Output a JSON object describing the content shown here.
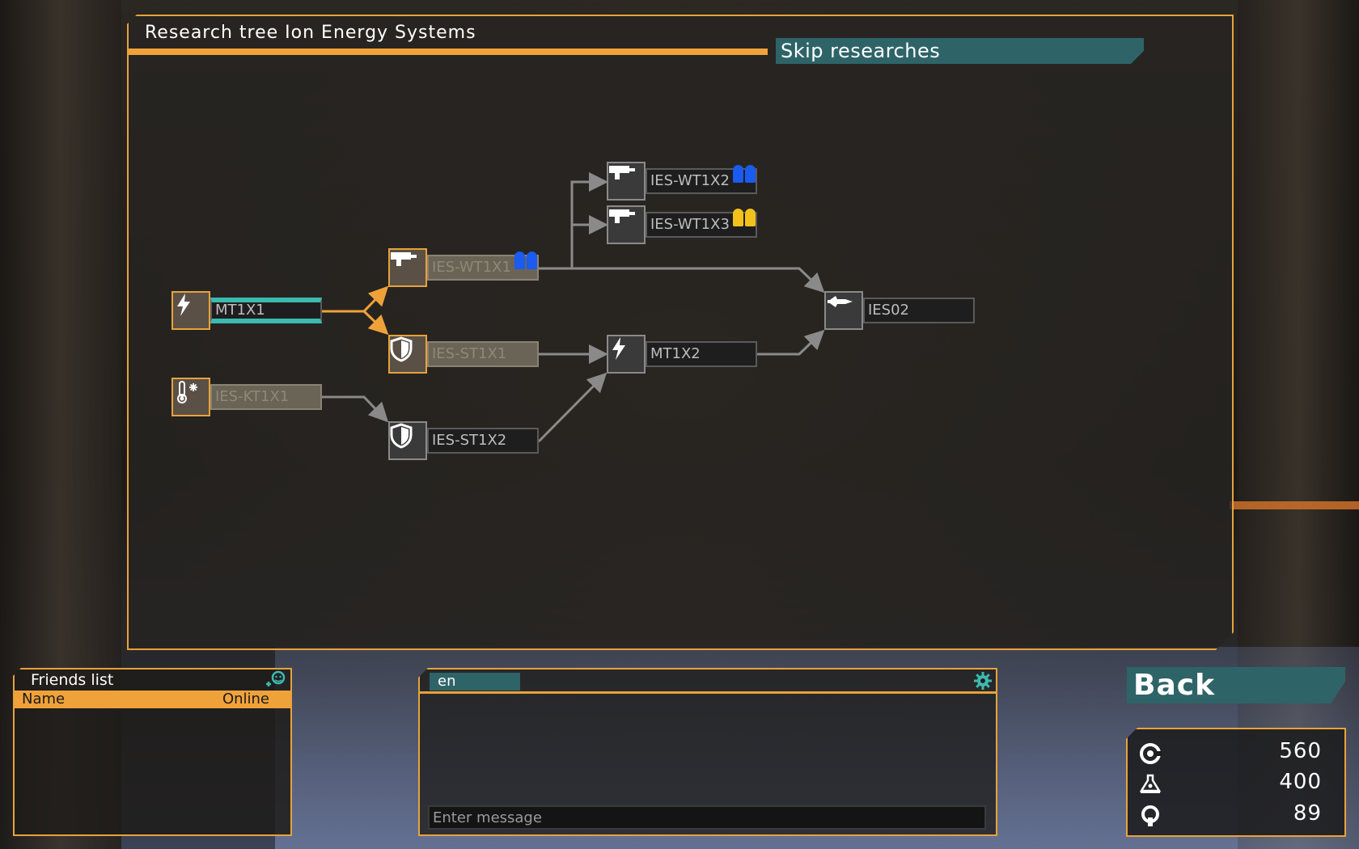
{
  "panel": {
    "title": "Research tree Ion Energy Systems",
    "skip_label": "Skip researches"
  },
  "nodes": [
    {
      "id": "mt1x1",
      "label": "MT1X1",
      "icon": "lightning-icon"
    },
    {
      "id": "ies-kt1x1",
      "label": "IES-KT1X1",
      "icon": "thermometer-snowflake-icon"
    },
    {
      "id": "ies-wt1x1",
      "label": "IES-WT1X1",
      "icon": "gun-icon",
      "ammo_color": "#1a5bf0"
    },
    {
      "id": "ies-st1x1",
      "label": "IES-ST1X1",
      "icon": "shield-icon"
    },
    {
      "id": "ies-st1x2",
      "label": "IES-ST1X2",
      "icon": "shield-icon"
    },
    {
      "id": "ies-wt1x2",
      "label": "IES-WT1X2",
      "icon": "gun-icon",
      "ammo_color": "#1a5bf0"
    },
    {
      "id": "ies-wt1x3",
      "label": "IES-WT1X3",
      "icon": "gun-icon",
      "ammo_color": "#f2c21a"
    },
    {
      "id": "mt1x2",
      "label": "MT1X2",
      "icon": "lightning-icon"
    },
    {
      "id": "ies02",
      "label": "IES02",
      "icon": "ship-icon"
    }
  ],
  "friends": {
    "title": "Friends list",
    "col_name": "Name",
    "col_online": "Online",
    "icon": "add-friend-icon"
  },
  "chat": {
    "tab_label": "en",
    "placeholder": "Enter message",
    "icon": "gear-icon"
  },
  "back_label": "Back",
  "resources": [
    {
      "icon": "credits-icon",
      "value": "560"
    },
    {
      "icon": "research-flask-icon",
      "value": "400"
    },
    {
      "icon": "energy-ring-icon",
      "value": "89"
    }
  ],
  "colors": {
    "accent_orange": "#e8a23a",
    "accent_teal": "#2e6468",
    "active_bar": "#3cbab0"
  }
}
